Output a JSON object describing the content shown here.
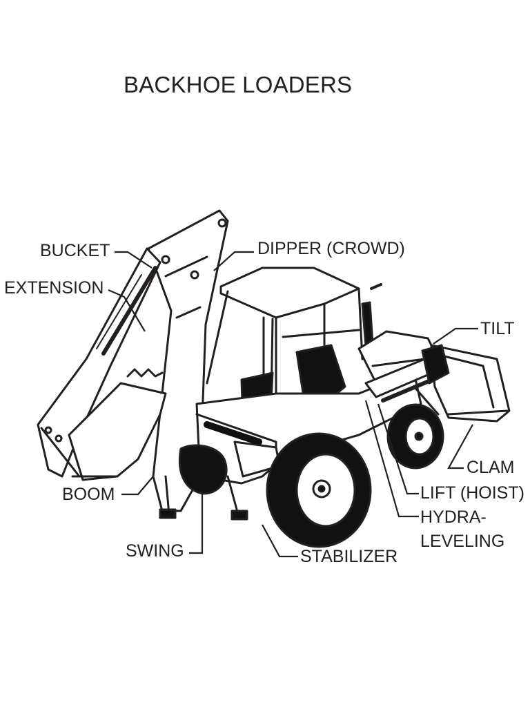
{
  "title": "BACKHOE LOADERS",
  "labels": {
    "bucket": "BUCKET",
    "extension": "EXTENSION",
    "dipper": "DIPPER (CROWD)",
    "tilt": "TILT",
    "clam": "CLAM",
    "lift": "LIFT (HOIST)",
    "hydra": "HYDRA-",
    "leveling": "LEVELING",
    "boom": "BOOM",
    "swing": "SWING",
    "stabilizer": "STABILIZER"
  },
  "colors": {
    "ink": "#231f20",
    "fill": "#111111",
    "paper": "#ffffff"
  }
}
